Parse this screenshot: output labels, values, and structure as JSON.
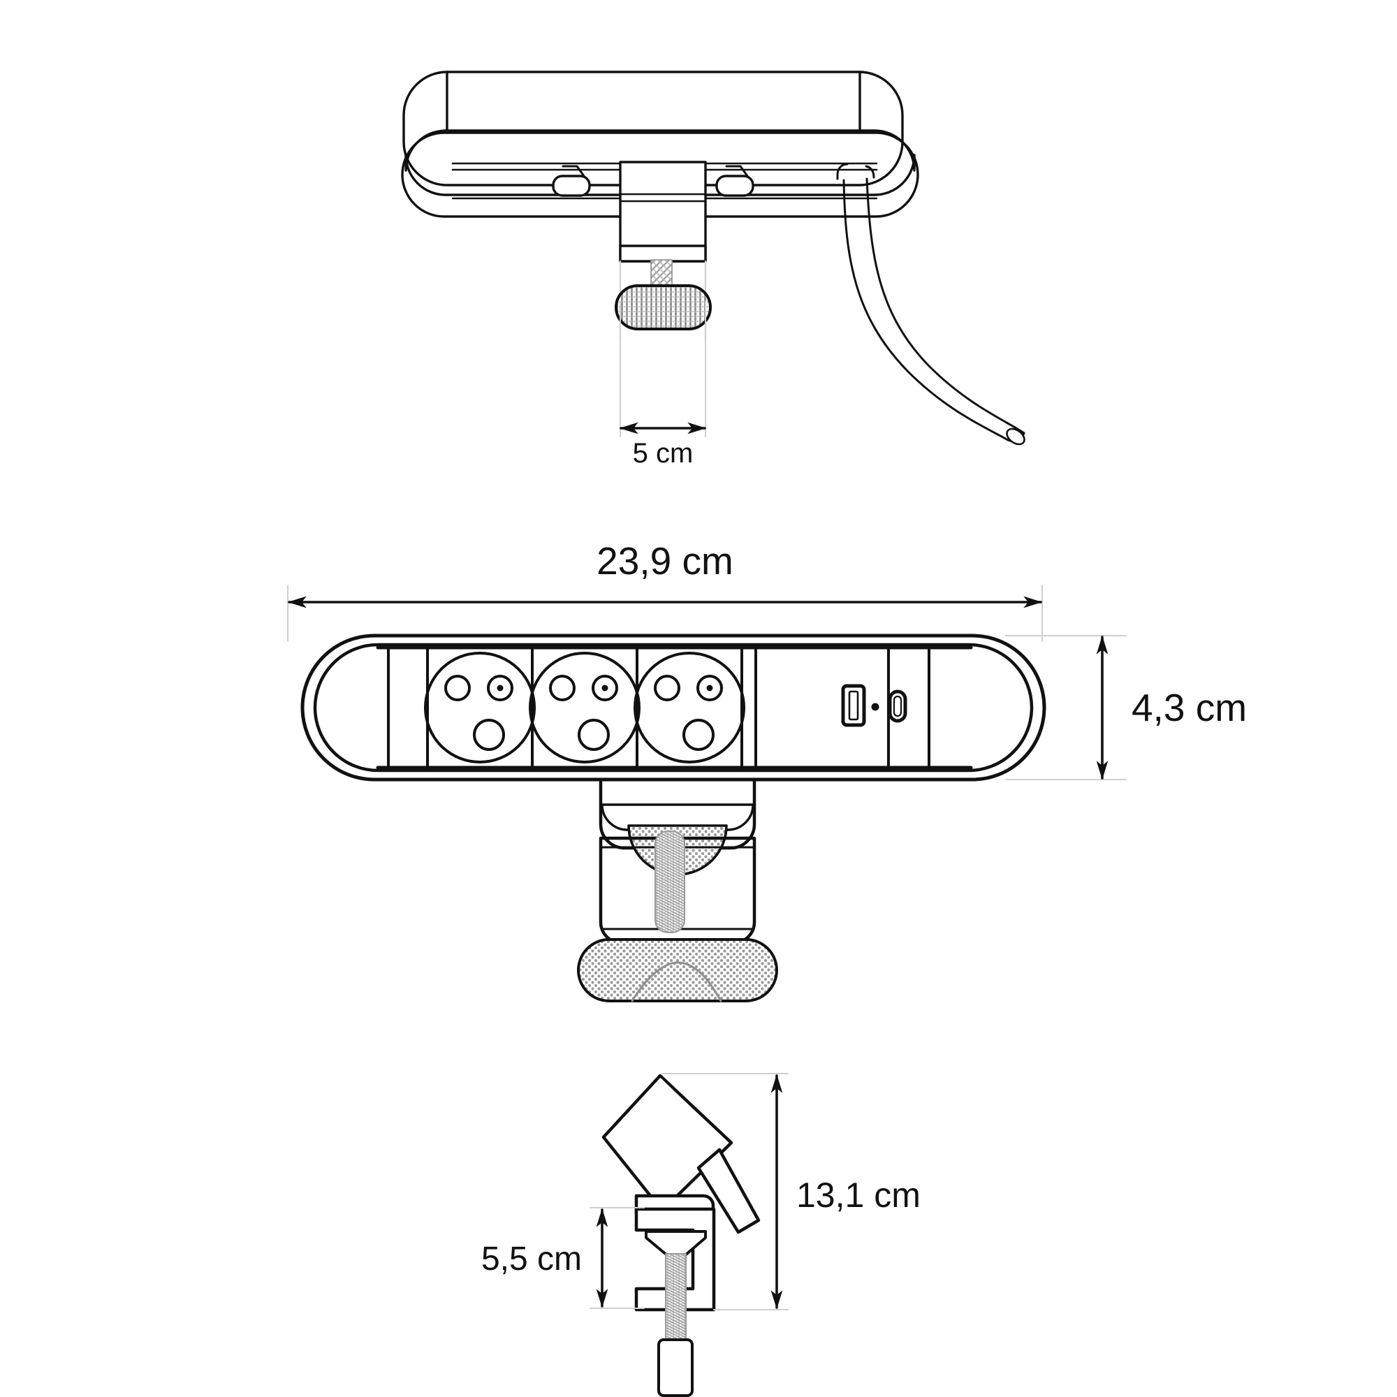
{
  "document": {
    "type": "technical-drawing",
    "subject": "Clamp-mount desk power strip with 3 sockets and USB ports",
    "background_color": "#ffffff",
    "line_color": "#111111",
    "hatch_color": "#8d8d8d",
    "thin_line_color": "#cccccc"
  },
  "views": [
    {
      "id": "top-view",
      "name": "Top perspective view with clamp and cable",
      "features": [
        "body",
        "clamp-arm",
        "knurled-screw-knob",
        "power-cable",
        "two-clips"
      ]
    },
    {
      "id": "front-view",
      "name": "Front face view showing sockets and USB ports",
      "features": [
        "three-french-sockets",
        "usb-a-port",
        "usb-c-port",
        "led-indicator",
        "clamp-body"
      ]
    },
    {
      "id": "side-view",
      "name": "Side section view of clamp mechanism",
      "features": [
        "rotated-body",
        "c-clamp",
        "threaded-screw",
        "screw-knob",
        "arm"
      ]
    }
  ],
  "dimensions": {
    "clamp_width": {
      "label": "5 cm",
      "value": 5,
      "unit": "cm",
      "orientation": "horizontal",
      "view": "top-view"
    },
    "body_length": {
      "label": "23,9 cm",
      "value": 23.9,
      "unit": "cm",
      "orientation": "horizontal",
      "view": "front-view"
    },
    "body_height": {
      "label": "4,3 cm",
      "value": 4.3,
      "unit": "cm",
      "orientation": "vertical",
      "view": "front-view"
    },
    "total_height": {
      "label": "13,1 cm",
      "value": 13.1,
      "unit": "cm",
      "orientation": "vertical",
      "view": "side-view"
    },
    "clamp_opening": {
      "label": "5,5 cm",
      "value": 5.5,
      "unit": "cm",
      "orientation": "vertical",
      "view": "side-view"
    }
  },
  "sockets": [
    {
      "index": 1,
      "type": "french-type-e",
      "holes": 2,
      "earth_pin": true
    },
    {
      "index": 2,
      "type": "french-type-e",
      "holes": 2,
      "earth_pin": true
    },
    {
      "index": 3,
      "type": "french-type-e",
      "holes": 2,
      "earth_pin": true
    }
  ],
  "usb_ports": [
    {
      "index": 1,
      "type": "usb-a",
      "shape": "rectangular"
    },
    {
      "index": 2,
      "type": "usb-c",
      "shape": "oval"
    }
  ],
  "indicator": {
    "type": "led",
    "shape": "dot"
  }
}
